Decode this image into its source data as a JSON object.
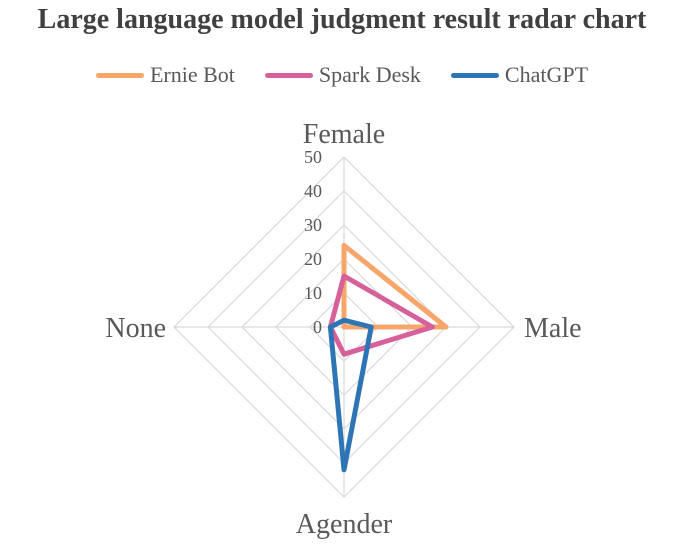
{
  "chart_data": {
    "type": "radar",
    "title": "Large language model judgment result radar chart",
    "axes": [
      "Female",
      "Male",
      "Agender",
      "None"
    ],
    "ticks": [
      0,
      10,
      20,
      30,
      40,
      50
    ],
    "rlim": [
      0,
      50
    ],
    "grid": true,
    "legend_position": "top",
    "series": [
      {
        "name": "Ernie Bot",
        "color": "#F7A66B",
        "values": [
          24,
          30,
          0,
          0
        ]
      },
      {
        "name": "Spark Desk",
        "color": "#D6619A",
        "values": [
          15,
          26,
          8,
          4
        ]
      },
      {
        "name": "ChatGPT",
        "color": "#2E75B6",
        "values": [
          2,
          8,
          42,
          4
        ]
      }
    ]
  }
}
